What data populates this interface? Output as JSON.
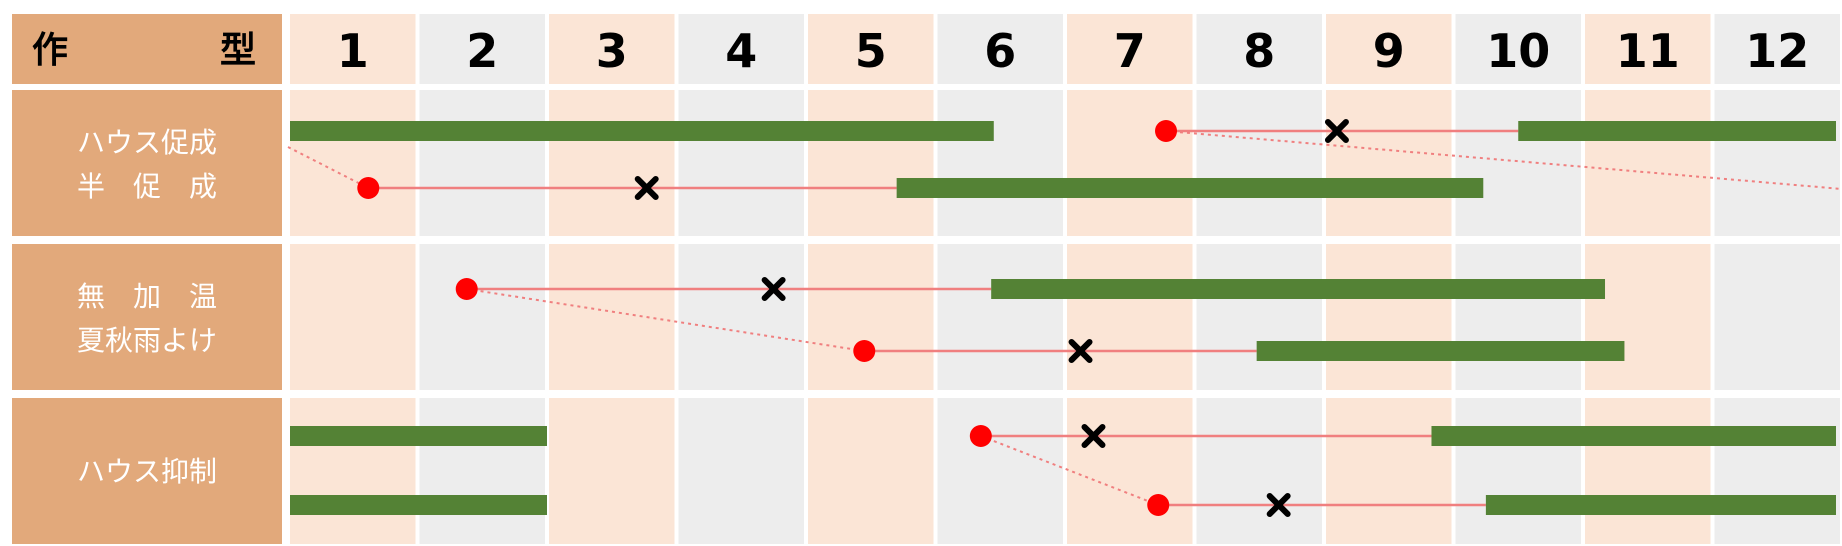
{
  "header": {
    "title_left": "作",
    "title_right": "型"
  },
  "months": [
    "1",
    "2",
    "3",
    "4",
    "5",
    "6",
    "7",
    "8",
    "9",
    "10",
    "11",
    "12"
  ],
  "groups": [
    {
      "label_lines": [
        "ハウス促成",
        "半　促　成"
      ]
    },
    {
      "label_lines": [
        "無　加　温",
        "夏秋雨よけ"
      ]
    },
    {
      "label_lines": [
        "ハウス抑制"
      ]
    }
  ],
  "colors": {
    "header_bg": "#E2A97B",
    "label_bg": "#E2A97B",
    "col_light": "#FBE5D6",
    "col_gray": "#EDEDED",
    "bar": "#548235",
    "line": "#F07F7F",
    "dot": "#FF0000",
    "cross": "#000000"
  },
  "legend_symbols": {
    "sowing": "circle-marker",
    "planting": "cross-marker",
    "harvest": "green-bar"
  },
  "chart_data": {
    "type": "gantt",
    "x_unit": "month",
    "x_range": [
      1,
      13
    ],
    "rows": [
      {
        "group": 0,
        "harvest": [
          [
            1.0,
            6.45
          ],
          [
            10.5,
            13.0
          ]
        ],
        "sowing": 7.78,
        "planting": 9.1,
        "nursery_line": [
          7.78,
          10.5
        ],
        "dotted_to": 13.0
      },
      {
        "group": 0,
        "harvest": [
          [
            5.7,
            10.23
          ]
        ],
        "sowing": 1.62,
        "planting": 3.77,
        "nursery_line": [
          1.62,
          5.7
        ],
        "dotted_from": 1.0
      },
      {
        "group": 1,
        "harvest": [
          [
            6.43,
            11.17
          ]
        ],
        "sowing": 2.38,
        "planting": 4.75,
        "nursery_line": [
          2.38,
          6.43
        ],
        "dotted_to_row": 3
      },
      {
        "group": 1,
        "harvest": [
          [
            8.48,
            11.32
          ]
        ],
        "sowing": 5.45,
        "planting": 7.12,
        "nursery_line": [
          5.45,
          8.48
        ]
      },
      {
        "group": 2,
        "harvest": [
          [
            1.0,
            3.0
          ],
          [
            9.83,
            13.0
          ]
        ],
        "sowing": 6.35,
        "planting": 7.22,
        "nursery_line": [
          6.35,
          9.83
        ],
        "dotted_to_row": 5
      },
      {
        "group": 2,
        "harvest": [
          [
            1.0,
            3.0
          ],
          [
            10.25,
            13.0
          ]
        ],
        "sowing": 7.72,
        "planting": 8.65,
        "nursery_line": [
          7.72,
          10.25
        ]
      }
    ]
  }
}
